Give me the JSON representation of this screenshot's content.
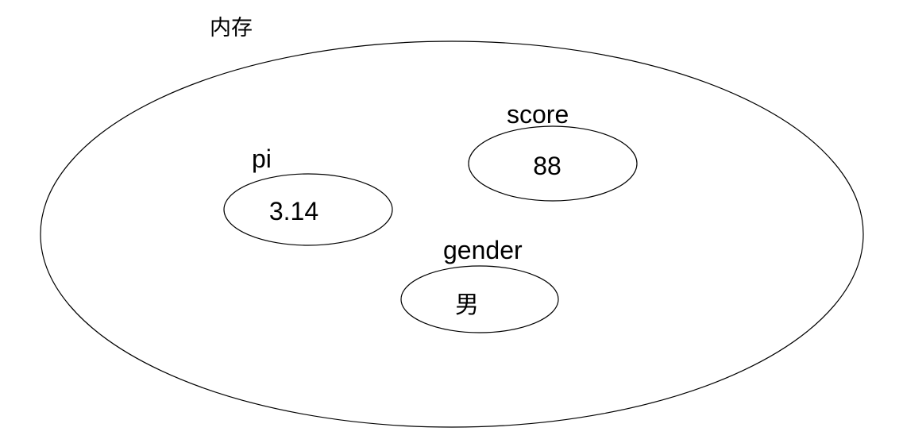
{
  "diagram": {
    "type": "venn-container-diagram",
    "container_label": "内存",
    "variables": [
      {
        "name": "pi",
        "value": "3.14"
      },
      {
        "name": "score",
        "value": "88"
      },
      {
        "name": "gender",
        "value": "男"
      }
    ]
  },
  "colors": {
    "background": "#ffffff",
    "stroke": "#000000",
    "text": "#000000"
  }
}
